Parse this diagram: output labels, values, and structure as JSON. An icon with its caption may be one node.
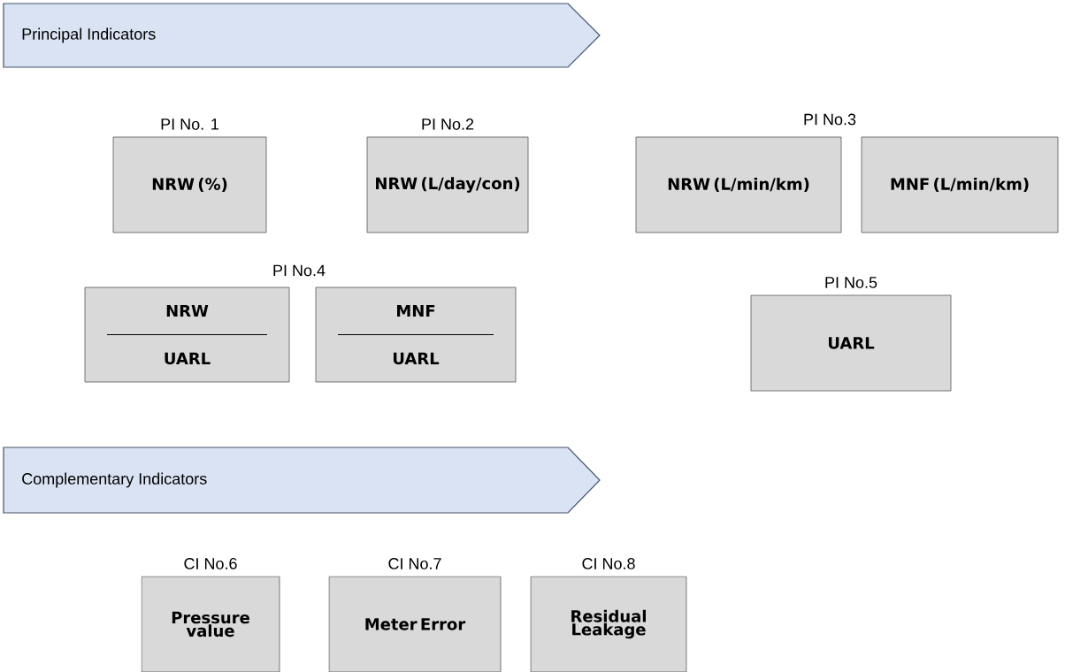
{
  "diagram": {
    "nodes": [
      {
        "text": [
          "Principal Indicators"
        ]
      },
      {
        "text": [
          "NRW (%)"
        ],
        "beside": [
          "PI No. 1"
        ]
      },
      {
        "text": [
          "NRW (L/day/con)"
        ],
        "beside": [
          "PI No.2"
        ]
      },
      {
        "text": [
          "NRW (L/min/km)"
        ]
      },
      {
        "text": [
          "MNF (L/min/km)"
        ]
      },
      {
        "text": [
          "NRW",
          "UARL"
        ]
      },
      {
        "text": [
          "MNF",
          "UARL"
        ]
      },
      {
        "text": [
          "UARL"
        ],
        "beside": [
          "PI No.5"
        ]
      },
      {
        "text": [
          "Complementary Indicators"
        ]
      },
      {
        "text": [
          "Pressure value"
        ],
        "beside": [
          "CI No.6"
        ]
      },
      {
        "text": [
          "Meter Error"
        ],
        "beside": [
          "CI No.7"
        ]
      },
      {
        "text": [
          "Residual Leakage"
        ],
        "beside": [
          "CI No.8"
        ]
      }
    ],
    "labels": [
      "PI No.3",
      "PI No.4"
    ]
  }
}
